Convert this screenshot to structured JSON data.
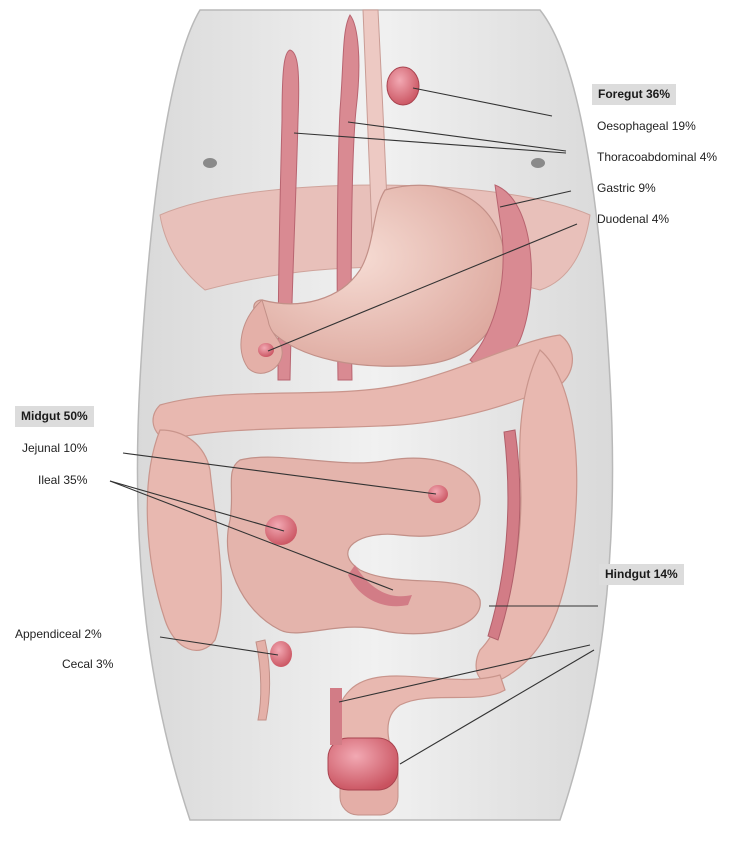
{
  "groups": {
    "foregut": {
      "title": "Foregut 36%",
      "items": [
        "Oesophageal 19%",
        "Thoracoabdominal 4%",
        "Gastric 9%",
        "Duodenal 4%"
      ]
    },
    "midgut": {
      "title": "Midgut 50%",
      "items": [
        "Jejunal 10%",
        "Ileal 35%",
        "Appendiceal 2%",
        "Cecal 3%"
      ]
    },
    "hindgut": {
      "title": "Hindgut 14%"
    }
  },
  "colors": {
    "lesion": "#d7707e",
    "bowel": "#e8b8b0",
    "stomach": "#edc6be",
    "body": "#e6e6e6",
    "leader": "#333333"
  }
}
